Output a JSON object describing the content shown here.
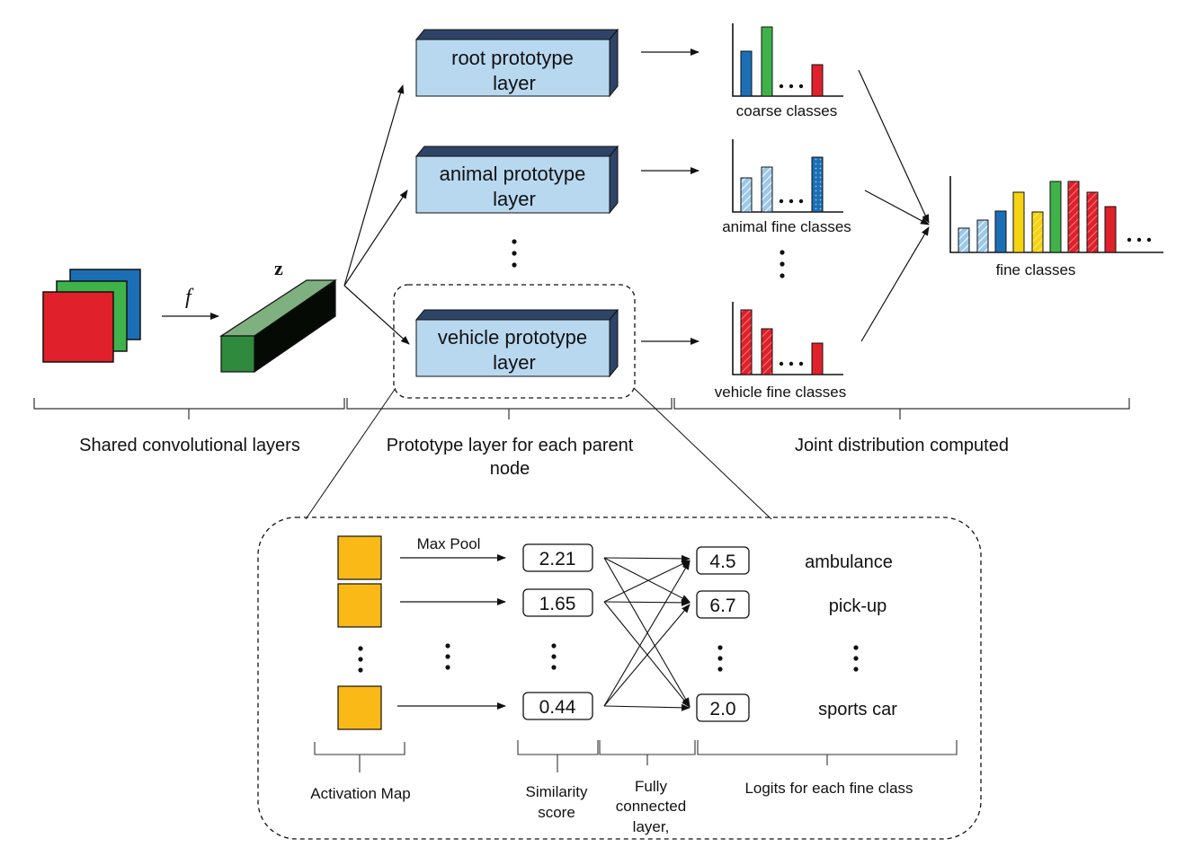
{
  "feature_symbol": "z",
  "function_symbol": "f",
  "prototype_layers": [
    {
      "line1": "root prototype",
      "line2": "layer"
    },
    {
      "line1": "animal prototype",
      "line2": "layer"
    },
    {
      "line1": "vehicle prototype",
      "line2": "layer"
    }
  ],
  "distribution_labels": {
    "coarse": "coarse classes",
    "animal": "animal fine classes",
    "vehicle": "vehicle fine classes",
    "fine": "fine classes"
  },
  "sections": {
    "shared": "Shared convolutional layers",
    "prototype_line1": "Prototype layer for each parent",
    "prototype_line2": "node",
    "joint": "Joint distribution computed"
  },
  "detail": {
    "max_pool": "Max Pool",
    "similarity_scores": [
      "2.21",
      "1.65",
      "0.44"
    ],
    "logits": [
      "4.5",
      "6.7",
      "2.0"
    ],
    "class_names": [
      "ambulance",
      "pick-up",
      "sports car"
    ],
    "labels": {
      "activation_map": "Activation Map",
      "similarity_line1": "Similarity",
      "similarity_line2": "score",
      "fc_line1": "Fully",
      "fc_line2": "connected",
      "fc_line3": "layer,",
      "logits": "Logits for each fine class"
    }
  },
  "colors": {
    "red": "#e0202a",
    "green": "#3fb34a",
    "blue": "#1c6fb5",
    "yellow": "#f5d313",
    "orange": "#fbb917",
    "light_blue_block": "#b8d8f0",
    "dark_blue_top": "#2e4466",
    "feature_green": "#2f8a3d"
  }
}
